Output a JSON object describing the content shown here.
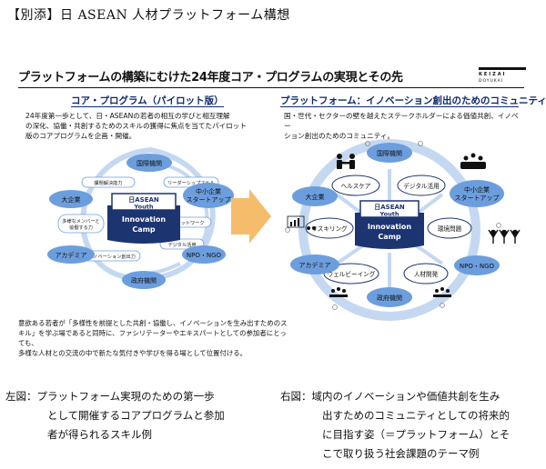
{
  "doc_title": "【別添】日 ASEAN 人材プラットフォーム構想",
  "slide": {
    "title": "プラットフォームの構築にむけた24年度コア・プログラムの実現とその先",
    "logo_top": "KEIZAI",
    "logo_bottom": "DOYUKAI",
    "left": {
      "heading": "コア・プログラム（パイロット版）",
      "desc": [
        "24年度第一歩として、日・ASEANの若者の相互の学びと相互理解",
        "の深化、協働・共創するためのスキルの獲得に焦点を当てたパイロット",
        "版のコアプログラムを企画・開催。"
      ],
      "center_line1": "日ASEAN",
      "center_line2": "Youth",
      "center_line3": "Innovation",
      "center_line4": "Camp",
      "nodes": [
        "国際機関",
        "中小企業",
        "スタートアップ",
        "NPO・NGO",
        "政府機関",
        "アカデミア",
        "大企業"
      ],
      "skills": [
        "課題解決能力",
        "リーダーシップスキル",
        "ネットワーク",
        "デジタル活用",
        "イノベーション創出力",
        "多様なメンバーと",
        "協働する力"
      ],
      "note": [
        "意欲ある若者が「多様性を前提とした共創・協働し、イノベーションを生み出すためのス",
        "キル」を学ぶ場であると同時に、ファシリテーターやエキスパートとしての参加者にとっても、",
        "多様な人材との交流の中で新たな気付きや学びを得る場として位置付ける。"
      ]
    },
    "right": {
      "heading": "プラットフォーム：イノベーション創出のためのコミュニティ",
      "desc": [
        "国・世代・セクターの壁を越えたステークホルダーによる価値共創、イノベー",
        "ション創出のためのコミュニティ。"
      ],
      "center_line1": "日ASEAN",
      "center_line2": "Youth",
      "center_line3": "Innovation",
      "center_line4": "Camp",
      "nodes": [
        "国際機関",
        "中小企業",
        "スタートアップ",
        "NPO・NGO",
        "政府機関",
        "アカデミア",
        "大企業"
      ],
      "themes": [
        "ヘルスケア",
        "デジタル活用",
        "環境問題",
        "人材開発",
        "ウェルビーイング",
        "リスキリング"
      ]
    }
  },
  "captions": {
    "left": [
      "左図：プラットフォーム実現のための第一歩",
      "として開催するコアプログラムと参加",
      "者が得られるスキル例"
    ],
    "right": [
      "右図：域内のイノベーションや価値共創を生み",
      "出すためのコミュニティとしての将来的",
      "に目指す姿（＝プラットフォーム）とそ",
      "こで取り扱う社会課題のテーマ例"
    ]
  },
  "colors": {
    "navy": "#1c3470",
    "node_blue": "#6c9ede",
    "ring_blue": "#c4d8f1",
    "arrow_orange": "#f5bd6b",
    "title_navy": "#0d2a6b"
  },
  "icons": [
    "handshake-icon",
    "lightbulb-icon",
    "people-icon",
    "cheering-icon",
    "presentation-icon",
    "meeting-icon"
  ]
}
